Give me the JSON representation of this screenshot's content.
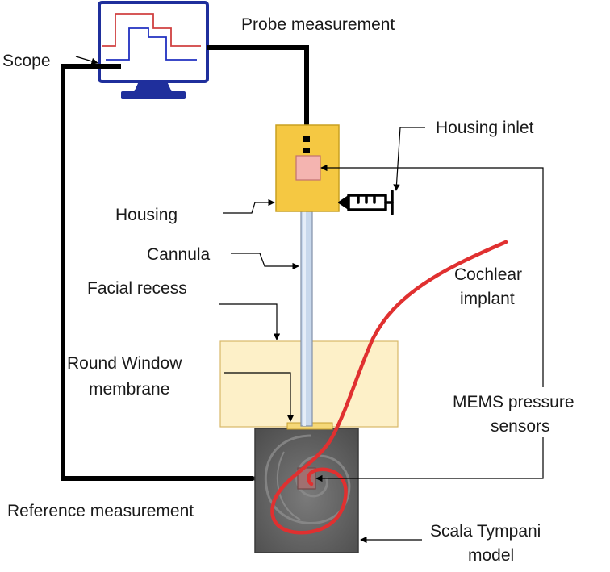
{
  "labels": {
    "scope": "Scope",
    "probe_measurement": "Probe measurement",
    "housing_inlet": "Housing inlet",
    "housing": "Housing",
    "cannula": "Cannula",
    "cochlear_line1": "Cochlear",
    "cochlear_line2": "implant",
    "facial_recess": "Facial recess",
    "round_window_line1": "Round Window",
    "round_window_line2": "membrane",
    "mems_line1": "MEMS pressure",
    "mems_line2": "sensors",
    "reference_measurement": "Reference measurement",
    "scala_line1": "Scala Tympani",
    "scala_line2": "model"
  },
  "colors": {
    "monitor": "#1f2f9c",
    "screen": "#ffffff",
    "trace_red": "#d04040",
    "trace_blue": "#2030c0",
    "housing_fill": "#f5c842",
    "housing_stroke": "#c9a020",
    "sensor_fill": "#f4b4b0",
    "cannula_fill": "#c8d8ec",
    "recess_fill": "#fdf0c8",
    "recess_stroke": "#d8b868",
    "implant": "#e03030",
    "scala_fill": "#5c5c5c",
    "cable": "#000000"
  }
}
